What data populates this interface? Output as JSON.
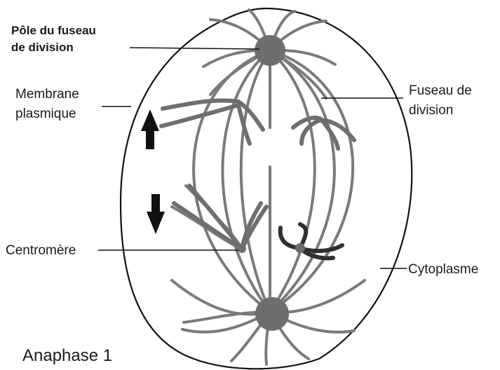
{
  "labels": {
    "pole_line1": "Pôle du fuseau",
    "pole_line2": "de division",
    "membrane_line1": "Membrane",
    "membrane_line2": "plasmique",
    "fuseau_line1": "Fuseau de",
    "fuseau_line2": "division",
    "centromere": "Centromère",
    "cytoplasme": "Cytoplasme",
    "title": "Anaphase 1"
  },
  "colors": {
    "fiber": "#7a7a7a",
    "pole": "#6e6e6e",
    "chromosome_light": "#6f6f6f",
    "chromosome_dark": "#2f2f2f",
    "outline": "#111111",
    "arrow": "#111111"
  }
}
